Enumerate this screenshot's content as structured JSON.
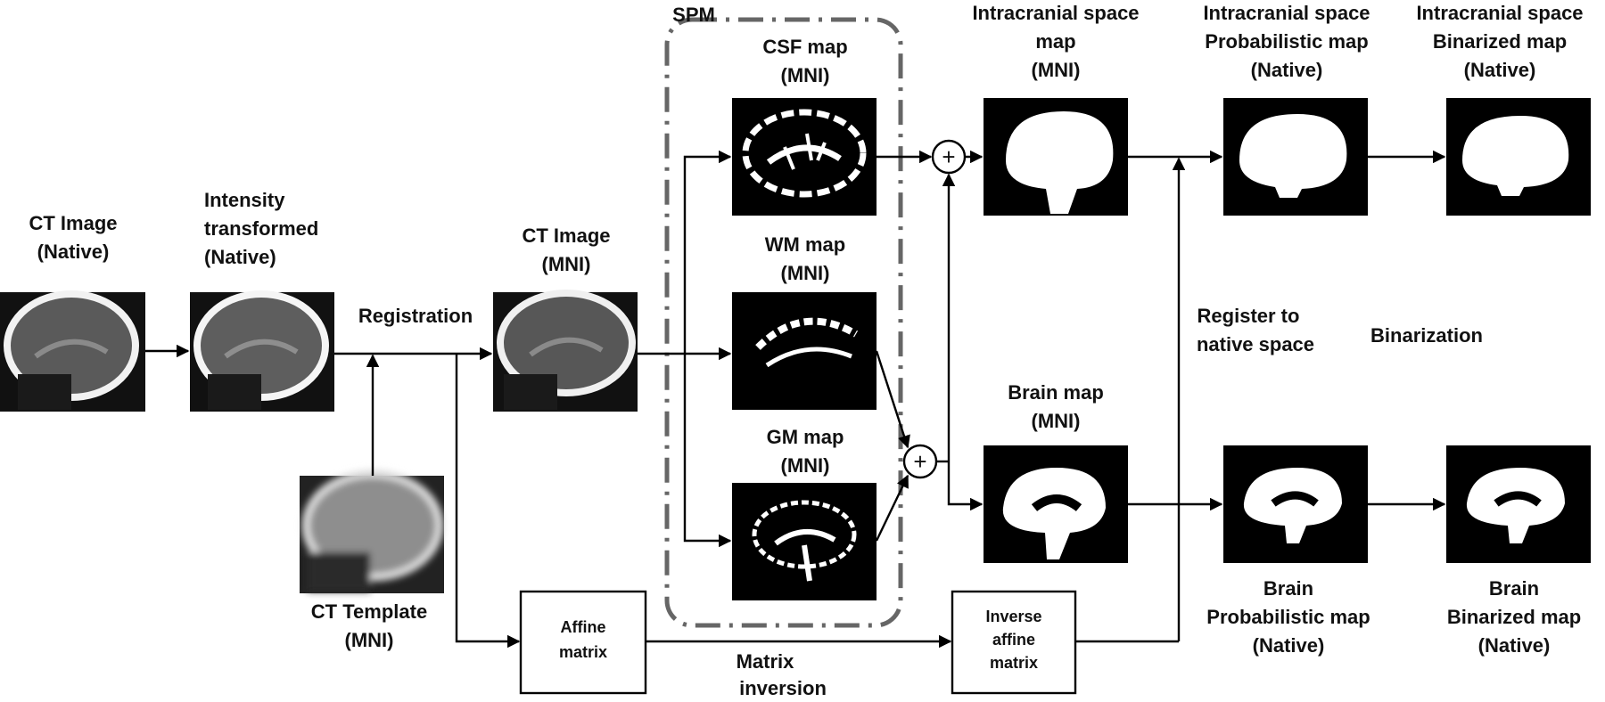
{
  "nodes": {
    "ct_native": [
      "CT Image",
      "(Native)"
    ],
    "intensity": [
      "Intensity",
      "transformed",
      "(Native)"
    ],
    "ct_mni": [
      "CT Image",
      "(MNI)"
    ],
    "ct_template": [
      "CT Template",
      "(MNI)"
    ],
    "csf": [
      "CSF map",
      "(MNI)"
    ],
    "wm": [
      "WM map",
      "(MNI)"
    ],
    "gm": [
      "GM map",
      "(MNI)"
    ],
    "ic_mni": [
      "Intracranial space",
      "map",
      "(MNI)"
    ],
    "ic_prob": [
      "Intracranial space",
      "Probabilistic map",
      "(Native)"
    ],
    "ic_bin": [
      "Intracranial space",
      "Binarized map",
      "(Native)"
    ],
    "brain_mni": [
      "Brain map",
      "(MNI)"
    ],
    "brain_prob": [
      "Brain",
      "Probabilistic map",
      "(Native)"
    ],
    "brain_bin": [
      "Brain",
      "Binarized map",
      "(Native)"
    ]
  },
  "boxes": {
    "affine": [
      "Affine",
      "matrix"
    ],
    "inverse": [
      "Inverse",
      "affine",
      "matrix"
    ]
  },
  "group_label": "SPM",
  "edge_labels": {
    "registration": "Registration",
    "register_native": [
      "Register to",
      "native space"
    ],
    "binarization": "Binarization",
    "matrix_inversion": [
      "Matrix",
      "inversion"
    ]
  },
  "operator_symbol": "+"
}
